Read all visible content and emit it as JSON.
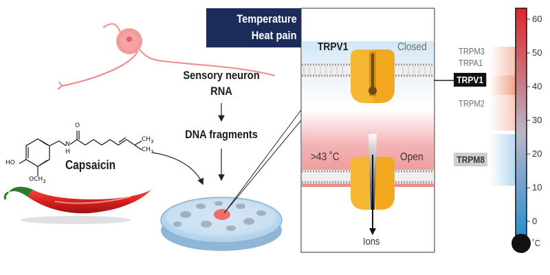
{
  "header": {
    "line1": "Temperature",
    "line2": "Heat pain",
    "bg_color": "#1c2c5a"
  },
  "left": {
    "neuron_rna_line1": "Sensory neuron",
    "neuron_rna_line2": "RNA",
    "dna_fragments": "DNA fragments",
    "capsaicin": "Capsaicin",
    "chem_ho": "HO",
    "chem_och3": "OCH",
    "chem_och3_sub": "3",
    "chem_n": "N",
    "chem_h": "H",
    "chem_o": "O",
    "chem_ch3_top": "CH",
    "chem_ch3_top_sub": "3",
    "chem_ch3_bot": "CH",
    "chem_ch3_bot_sub": "3"
  },
  "channel": {
    "name": "TRPV1",
    "closed_label": "Closed",
    "open_temp_label": ">43 ˚C",
    "open_label": "Open",
    "ions_label": "Ions",
    "closed_bg": "#dcebf7",
    "open_bg": "#ee9c9c",
    "protein_color": "#f5b731"
  },
  "thermometer": {
    "ticks": [
      "0",
      "10",
      "20",
      "30",
      "40",
      "50",
      "60"
    ],
    "unit": "˚C",
    "receptors": [
      {
        "label": "TRPM3",
        "highlight": false
      },
      {
        "label": "TRPA1",
        "highlight": false
      },
      {
        "label": "TRPV1",
        "highlight": true
      },
      {
        "label": "TRPM2",
        "highlight": false
      },
      {
        "label": "TRPM8",
        "highlight": true
      }
    ]
  }
}
